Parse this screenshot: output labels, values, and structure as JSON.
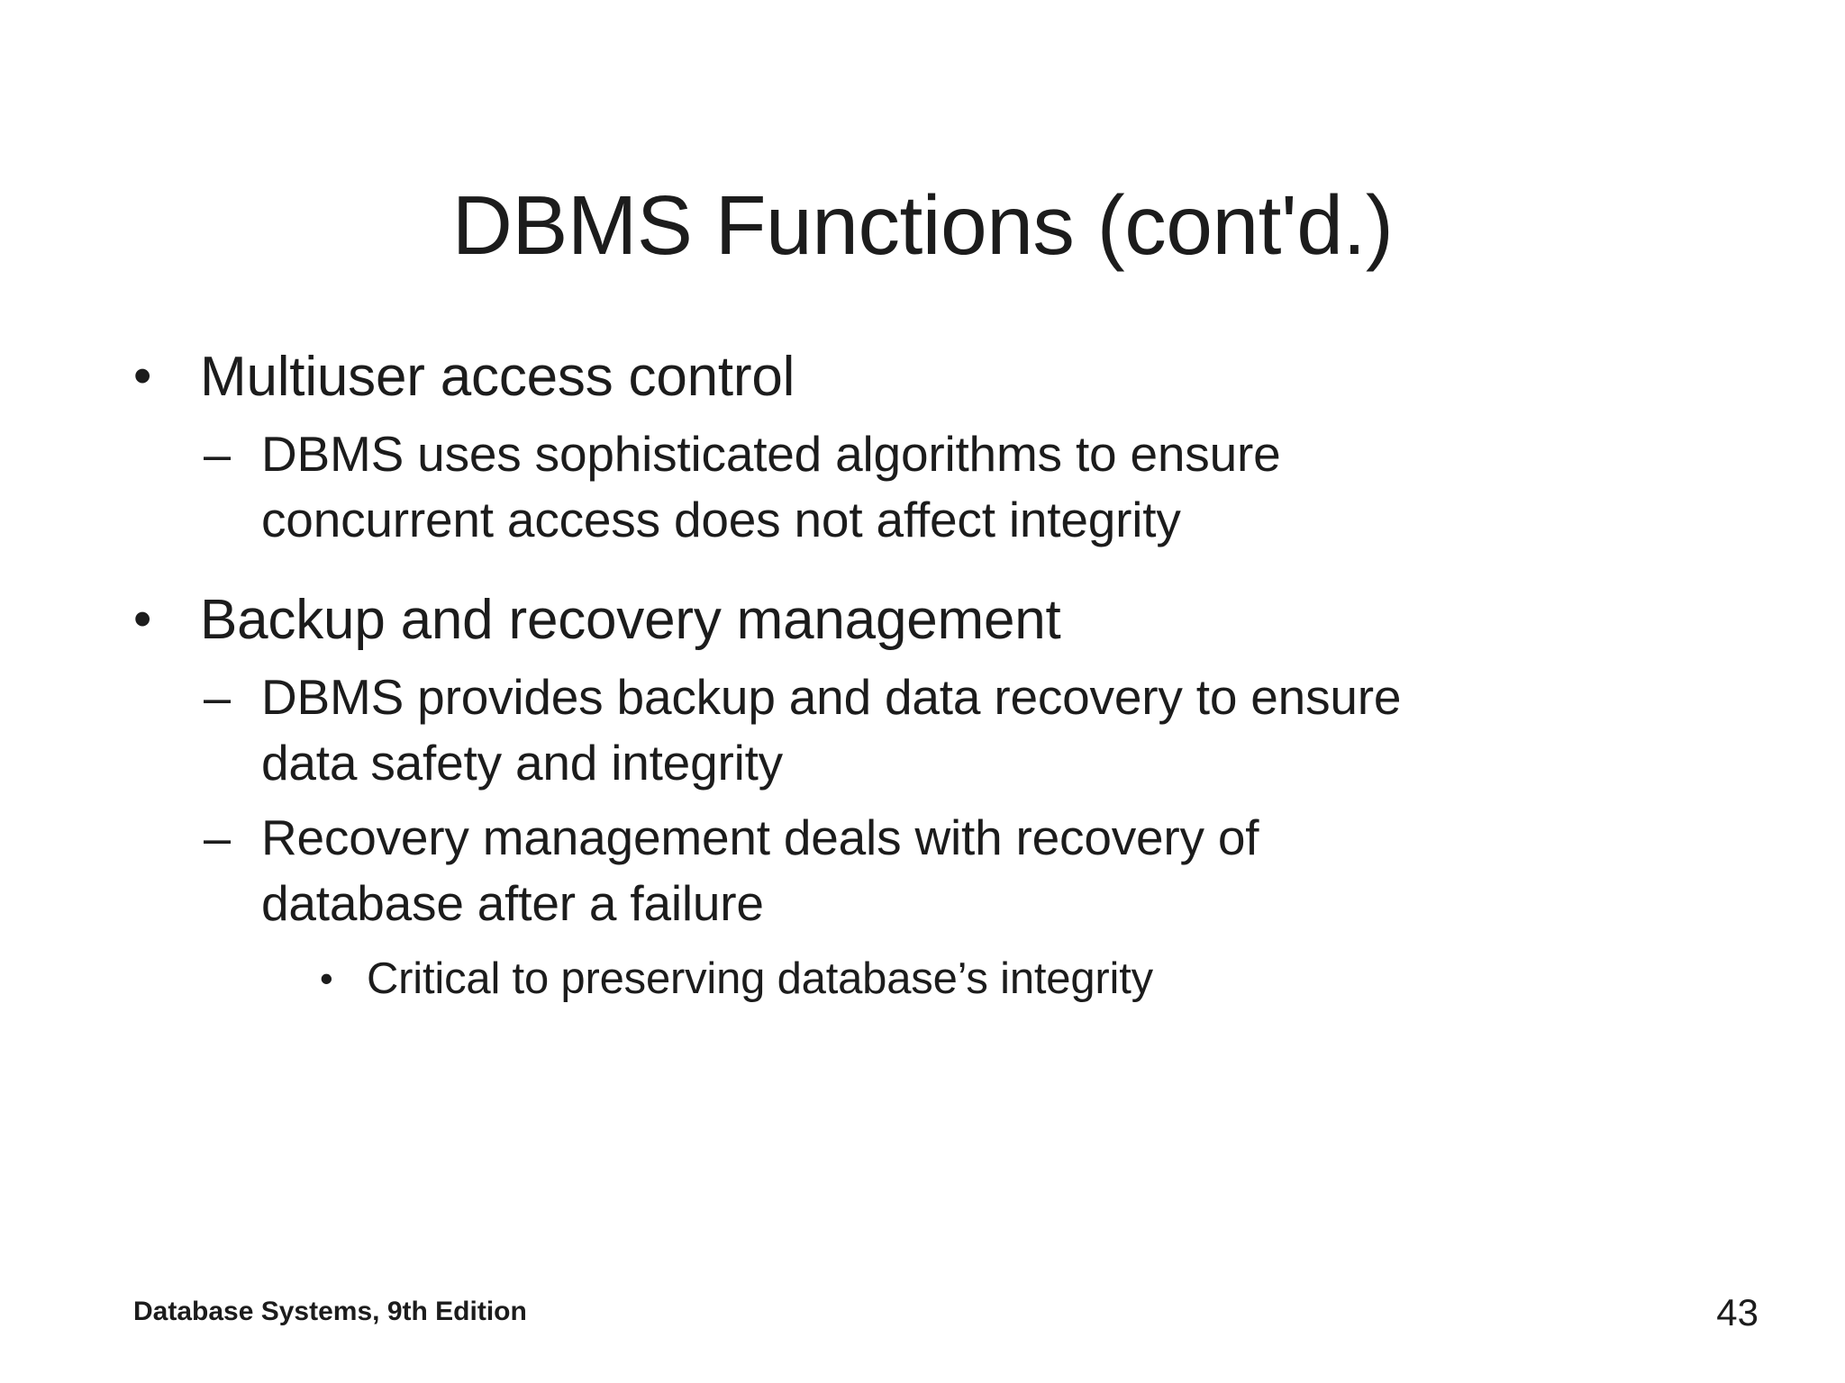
{
  "slide": {
    "title": "DBMS Functions (cont'd.)",
    "background_color": "#ffffff",
    "text_color": "#1c1c1c",
    "bullets": [
      {
        "level": 1,
        "marker": "•",
        "text": "Multiuser access control"
      },
      {
        "level": 2,
        "marker": "–",
        "text": "DBMS uses sophisticated algorithms to ensure concurrent access does not affect integrity"
      },
      {
        "level": 1,
        "marker": "•",
        "text": "Backup and recovery management"
      },
      {
        "level": 2,
        "marker": "–",
        "text": "DBMS provides backup and data recovery to ensure data safety and integrity"
      },
      {
        "level": 2,
        "marker": "–",
        "text": "Recovery management deals with recovery of database after a failure"
      },
      {
        "level": 3,
        "marker": "•",
        "text": "Critical to preserving database’s integrity"
      }
    ],
    "footer": {
      "source": "Database Systems, 9th Edition",
      "page_number": "43"
    }
  }
}
